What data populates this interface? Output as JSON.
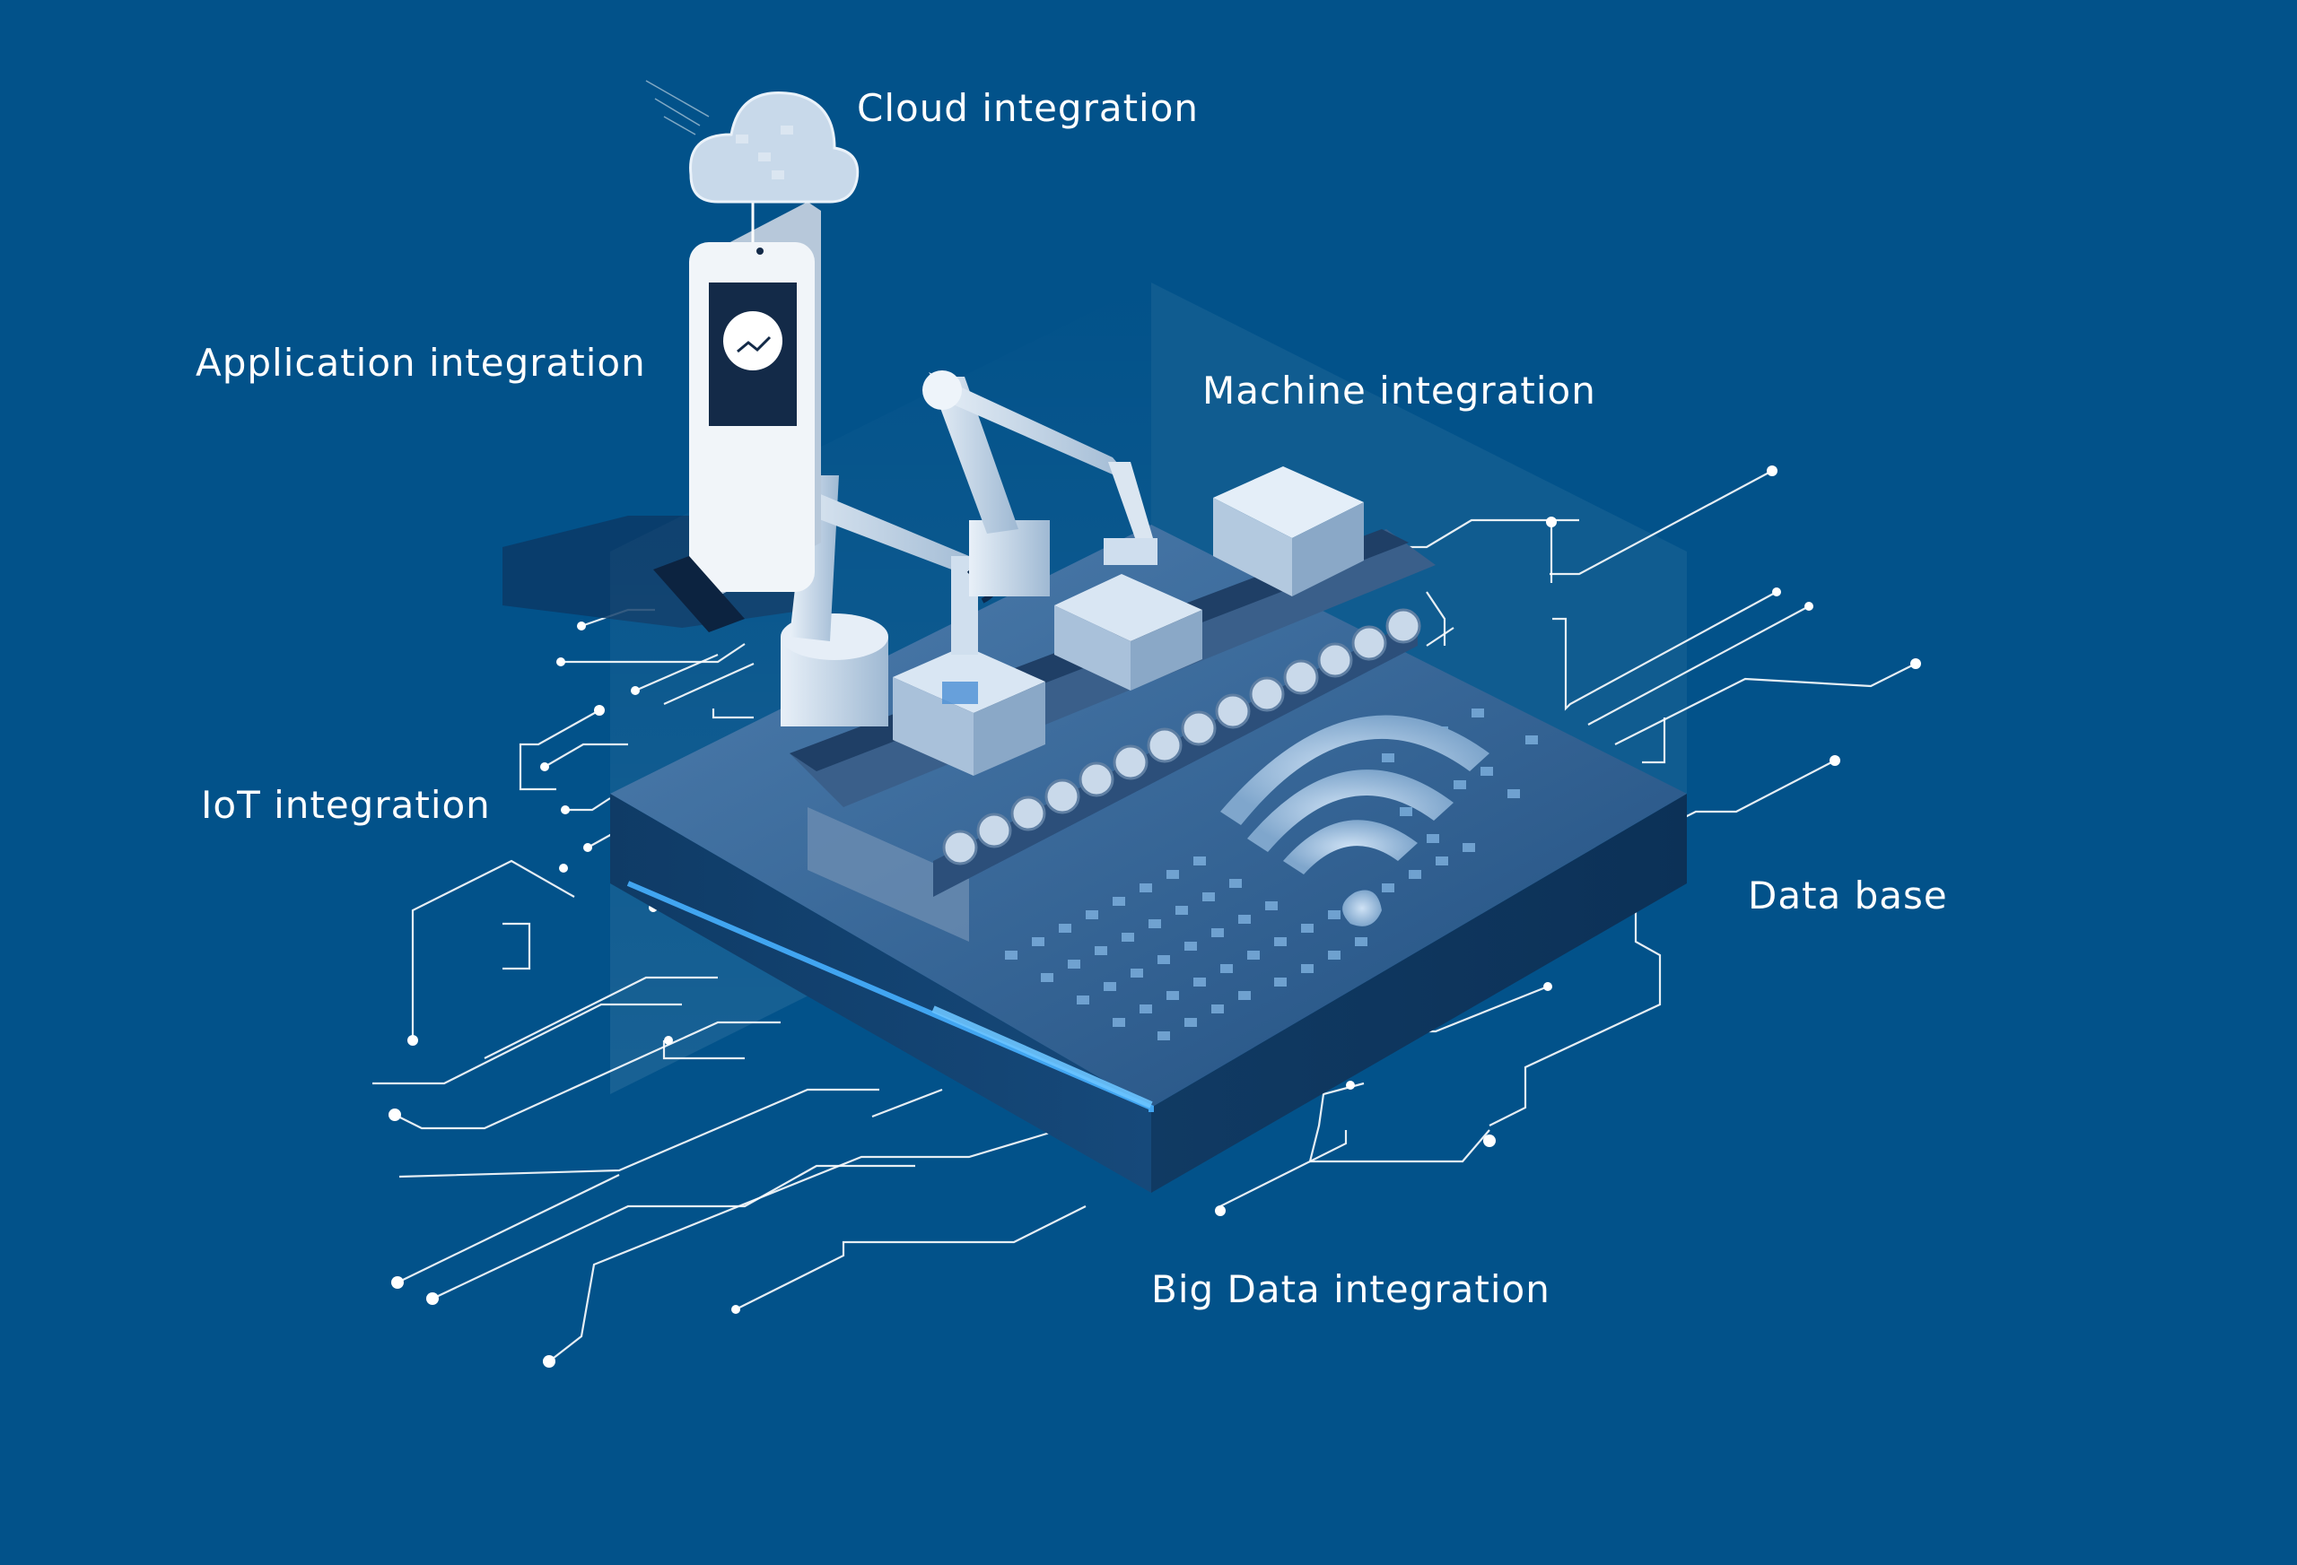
{
  "labels": {
    "cloud": "Cloud integration",
    "application": "Application integration",
    "machine": "Machine integration",
    "iot": "IoT integration",
    "database": "Data base",
    "big_data": "Big Data integration"
  },
  "colors": {
    "background": "#02528a",
    "circuit_line": "#ffffff",
    "platform_top": "#2f5f8f",
    "platform_side": "#103c66",
    "glow": "#3aa0ff"
  },
  "icons": {
    "cloud": "cloud-icon",
    "phone": "smartphone-icon",
    "robot": "robot-arm-icon",
    "conveyor": "conveyor-belt-icon",
    "wifi": "wifi-icon"
  }
}
